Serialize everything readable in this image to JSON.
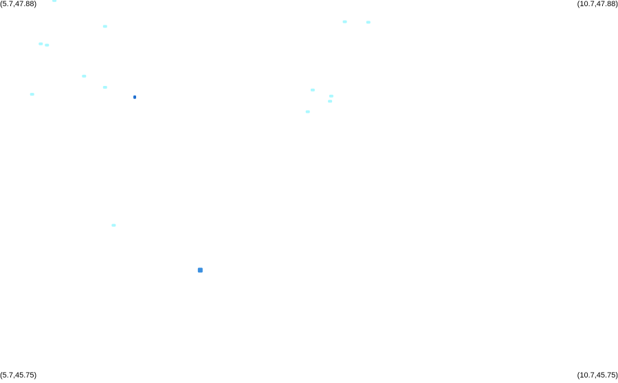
{
  "corner_labels": {
    "top_left": "(5.7,47.88)",
    "top_right": "(10.7,47.88)",
    "bottom_left": "(5.7,45.75)",
    "bottom_right": "(10.7,45.75)"
  },
  "map_extent": {
    "lon_min": 5.7,
    "lon_max": 10.7,
    "lat_min": 45.75,
    "lat_max": 47.88
  },
  "colors": {
    "background": "#ffffff",
    "light_cyan": "#aaf8ff",
    "mid_blue": "#3a8fe0",
    "dark_blue": "#1f6fd0",
    "label_text": "#000000"
  },
  "features": [
    {
      "kind": "light",
      "lon": 6.14,
      "lat": 47.877
    },
    {
      "kind": "light",
      "lon": 6.55,
      "lat": 47.732
    },
    {
      "kind": "light",
      "lon": 6.03,
      "lat": 47.634
    },
    {
      "kind": "light",
      "lon": 6.08,
      "lat": 47.627
    },
    {
      "kind": "light",
      "lon": 6.38,
      "lat": 47.453
    },
    {
      "kind": "light",
      "lon": 6.55,
      "lat": 47.39
    },
    {
      "kind": "light",
      "lon": 5.96,
      "lat": 47.351
    },
    {
      "kind": "dark",
      "lon": 6.79,
      "lat": 47.335
    },
    {
      "kind": "light",
      "lon": 8.49,
      "lat": 47.758
    },
    {
      "kind": "light",
      "lon": 8.68,
      "lat": 47.755
    },
    {
      "kind": "light",
      "lon": 8.23,
      "lat": 47.375
    },
    {
      "kind": "light",
      "lon": 8.38,
      "lat": 47.341
    },
    {
      "kind": "light",
      "lon": 8.37,
      "lat": 47.312
    },
    {
      "kind": "light",
      "lon": 8.19,
      "lat": 47.253
    },
    {
      "kind": "light",
      "lon": 6.62,
      "lat": 46.616
    },
    {
      "kind": "mid",
      "lon": 7.32,
      "lat": 46.364
    }
  ]
}
